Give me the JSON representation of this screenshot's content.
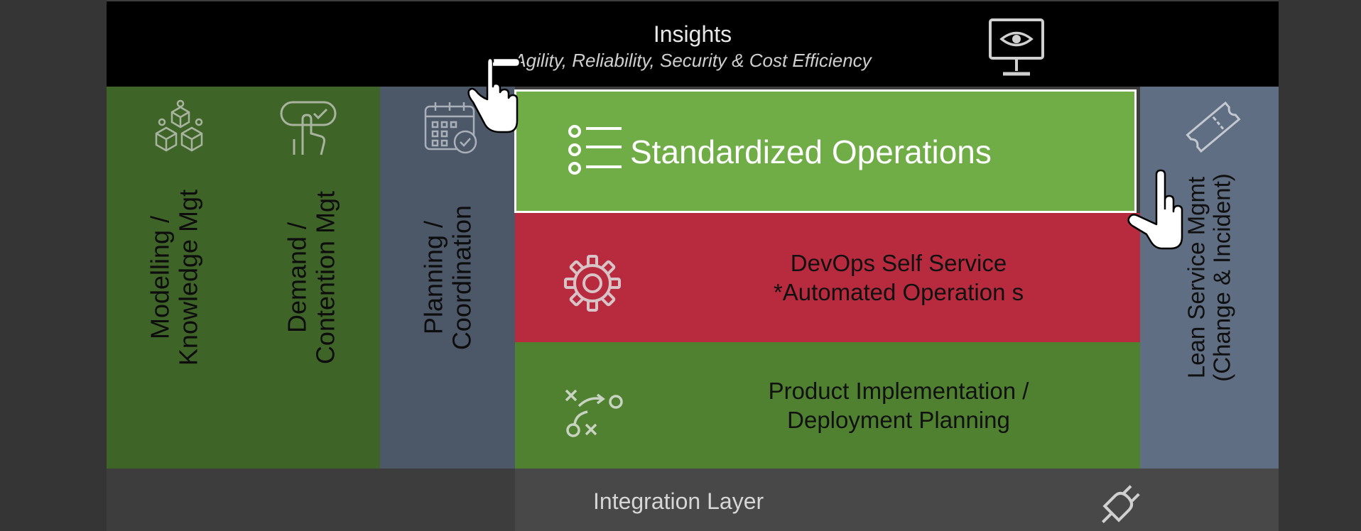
{
  "header": {
    "title": "Insights",
    "subtitle": "Agility, Reliability, Security & Cost Efficiency"
  },
  "columns": {
    "modelling": "Modelling /\nKnowledge Mgt",
    "demand": "Demand /\nContention Mgt",
    "planning": "Planning /\nCoordination",
    "lean": "Lean Service Mgmt\n(Change & Incident)"
  },
  "bands": {
    "standardized": "Standardized Operations",
    "devops_line1": "DevOps Self Service",
    "devops_line2": "*Automated Operation s",
    "product_line1": "Product Implementation /",
    "product_line2": "Deployment Planning"
  },
  "footer": {
    "title": "Integration Layer"
  },
  "colors": {
    "header_bg": "#000000",
    "green_dark": "#3f6428",
    "slate": "#4c5868",
    "slate_light": "#5f6e82",
    "green_light": "#70ad47",
    "red": "#b82a3e",
    "green_mid": "#4f8130",
    "footer_bg": "#484848"
  },
  "icons": {
    "monitor": "monitor-eye-icon",
    "cubes": "cubes-network-icon",
    "touch": "touch-check-icon",
    "calendar": "calendar-check-icon",
    "ticket": "ticket-icon",
    "list": "bullet-list-icon",
    "gear": "gear-icon",
    "strategy": "strategy-play-icon",
    "plug": "plug-icon",
    "hand_left": "pointing-hand-icon",
    "hand_right": "pointing-hand-icon"
  }
}
